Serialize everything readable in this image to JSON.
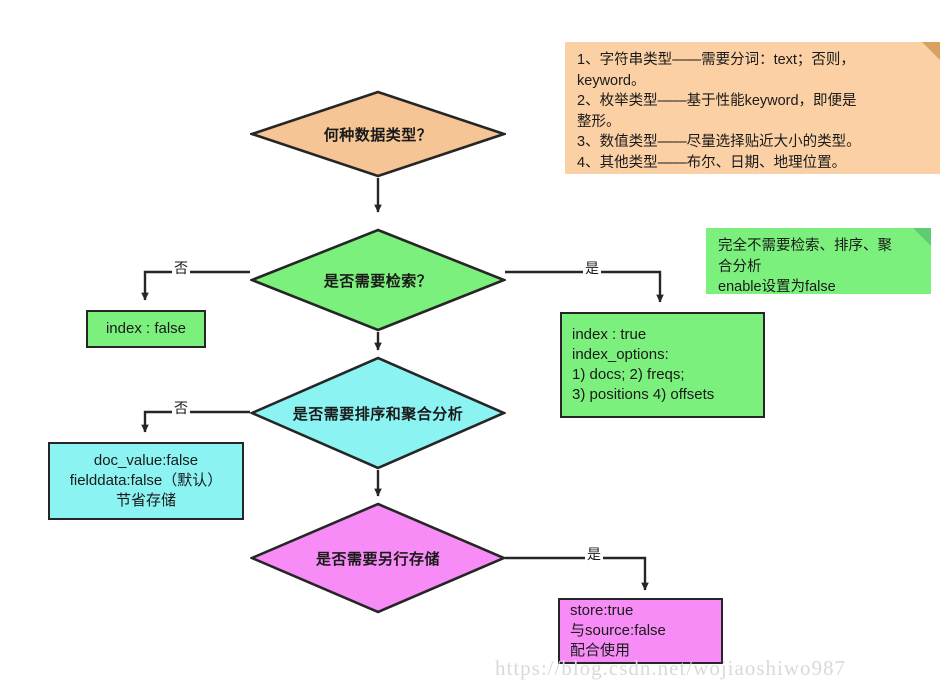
{
  "diagram": {
    "title": "Elasticsearch field mapping decision flowchart",
    "colors": {
      "orange_fill": "#F5C595",
      "orange_note_fill": "#FAD0A4",
      "green_fill": "#7CF07C",
      "green_note_fill": "#7CF07C",
      "cyan_fill": "#8CF3F3",
      "magenta_fill": "#F78CF7",
      "stroke": "#262626",
      "text": "#1A1A1A",
      "watermark": "#D9D9D9"
    },
    "decisions": [
      {
        "id": "data-type",
        "label": "何种数据类型？",
        "fill": "#F5C595"
      },
      {
        "id": "need-search",
        "label": "是否需要检索？",
        "fill": "#7CF07C"
      },
      {
        "id": "need-sort-agg",
        "label": "是否需要排序和聚合分析",
        "fill": "#8CF3F3"
      },
      {
        "id": "need-separate-store",
        "label": "是否需要另行存储",
        "fill": "#F78CF7"
      }
    ],
    "results": [
      {
        "id": "index-false",
        "lines": [
          "index : false"
        ],
        "fill": "#7CF07C",
        "align": "center"
      },
      {
        "id": "index-true",
        "lines": [
          "index : true",
          "index_options:",
          "1) docs; 2) freqs;",
          "3) positions 4) offsets"
        ],
        "fill": "#7CF07C",
        "align": "left"
      },
      {
        "id": "doc-value-false",
        "lines": [
          "doc_value:false",
          "fielddata:false（默认）",
          "节省存储"
        ],
        "fill": "#8CF3F3",
        "align": "center"
      },
      {
        "id": "store-true",
        "lines": [
          "store:true",
          "与source:false",
          "配合使用"
        ],
        "fill": "#F78CF7",
        "align": "left"
      }
    ],
    "notes": [
      {
        "id": "data-type-note",
        "fill": "#FAD0A4",
        "lines": [
          "1、字符串类型——需要分词：text；否则，",
          "keyword。",
          "2、枚举类型——基于性能keyword，即便是",
          "整形。",
          "3、数值类型——尽量选择贴近大小的类型。",
          "4、其他类型——布尔、日期、地理位置。"
        ]
      },
      {
        "id": "no-search-note",
        "fill": "#7CF07C",
        "lines": [
          "完全不需要检索、排序、聚",
          "合分析",
          "enable设置为false"
        ]
      }
    ],
    "edge_labels": {
      "no_search_no": "否",
      "no_search_yes": "是",
      "sort_agg_no": "否",
      "store_yes": "是"
    },
    "watermark": "https://blog.csdn.net/wojiaoshiwo987"
  }
}
